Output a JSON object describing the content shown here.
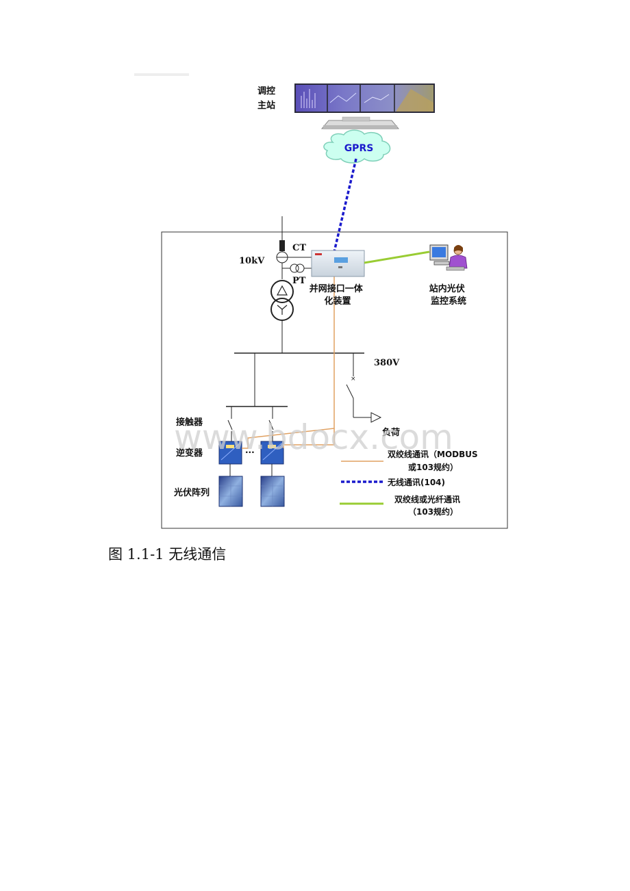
{
  "diagram": {
    "dispatch_station_label": [
      "调控",
      "主站"
    ],
    "gprs_label": "GPRS",
    "ct_label": "CT",
    "pt_label": "PT",
    "voltage_high": "10kV",
    "voltage_low": "380V",
    "device_label": [
      "并网接口一体",
      "化装置"
    ],
    "monitor_label": [
      "站内光伏",
      "监控系统"
    ],
    "contactor_label": "接触器",
    "inverter_label": "逆变器",
    "pv_array_label": "光伏阵列",
    "load_label": "负荷",
    "ellipsis": "···",
    "watermark": "www.bdocx.com"
  },
  "legend": {
    "items": [
      {
        "lines": [
          "双绞线通讯（MODBUS",
          "或103规约）"
        ],
        "style": "orange-solid",
        "color": "#e0a060"
      },
      {
        "lines": [
          "无线通讯(104)"
        ],
        "style": "blue-dashed",
        "color": "#1a1acc"
      },
      {
        "lines": [
          "双绞线或光纤通讯",
          "（103规约）"
        ],
        "style": "green-solid",
        "color": "#99cc33"
      }
    ]
  },
  "caption": "图 1.1-1 无线通信"
}
